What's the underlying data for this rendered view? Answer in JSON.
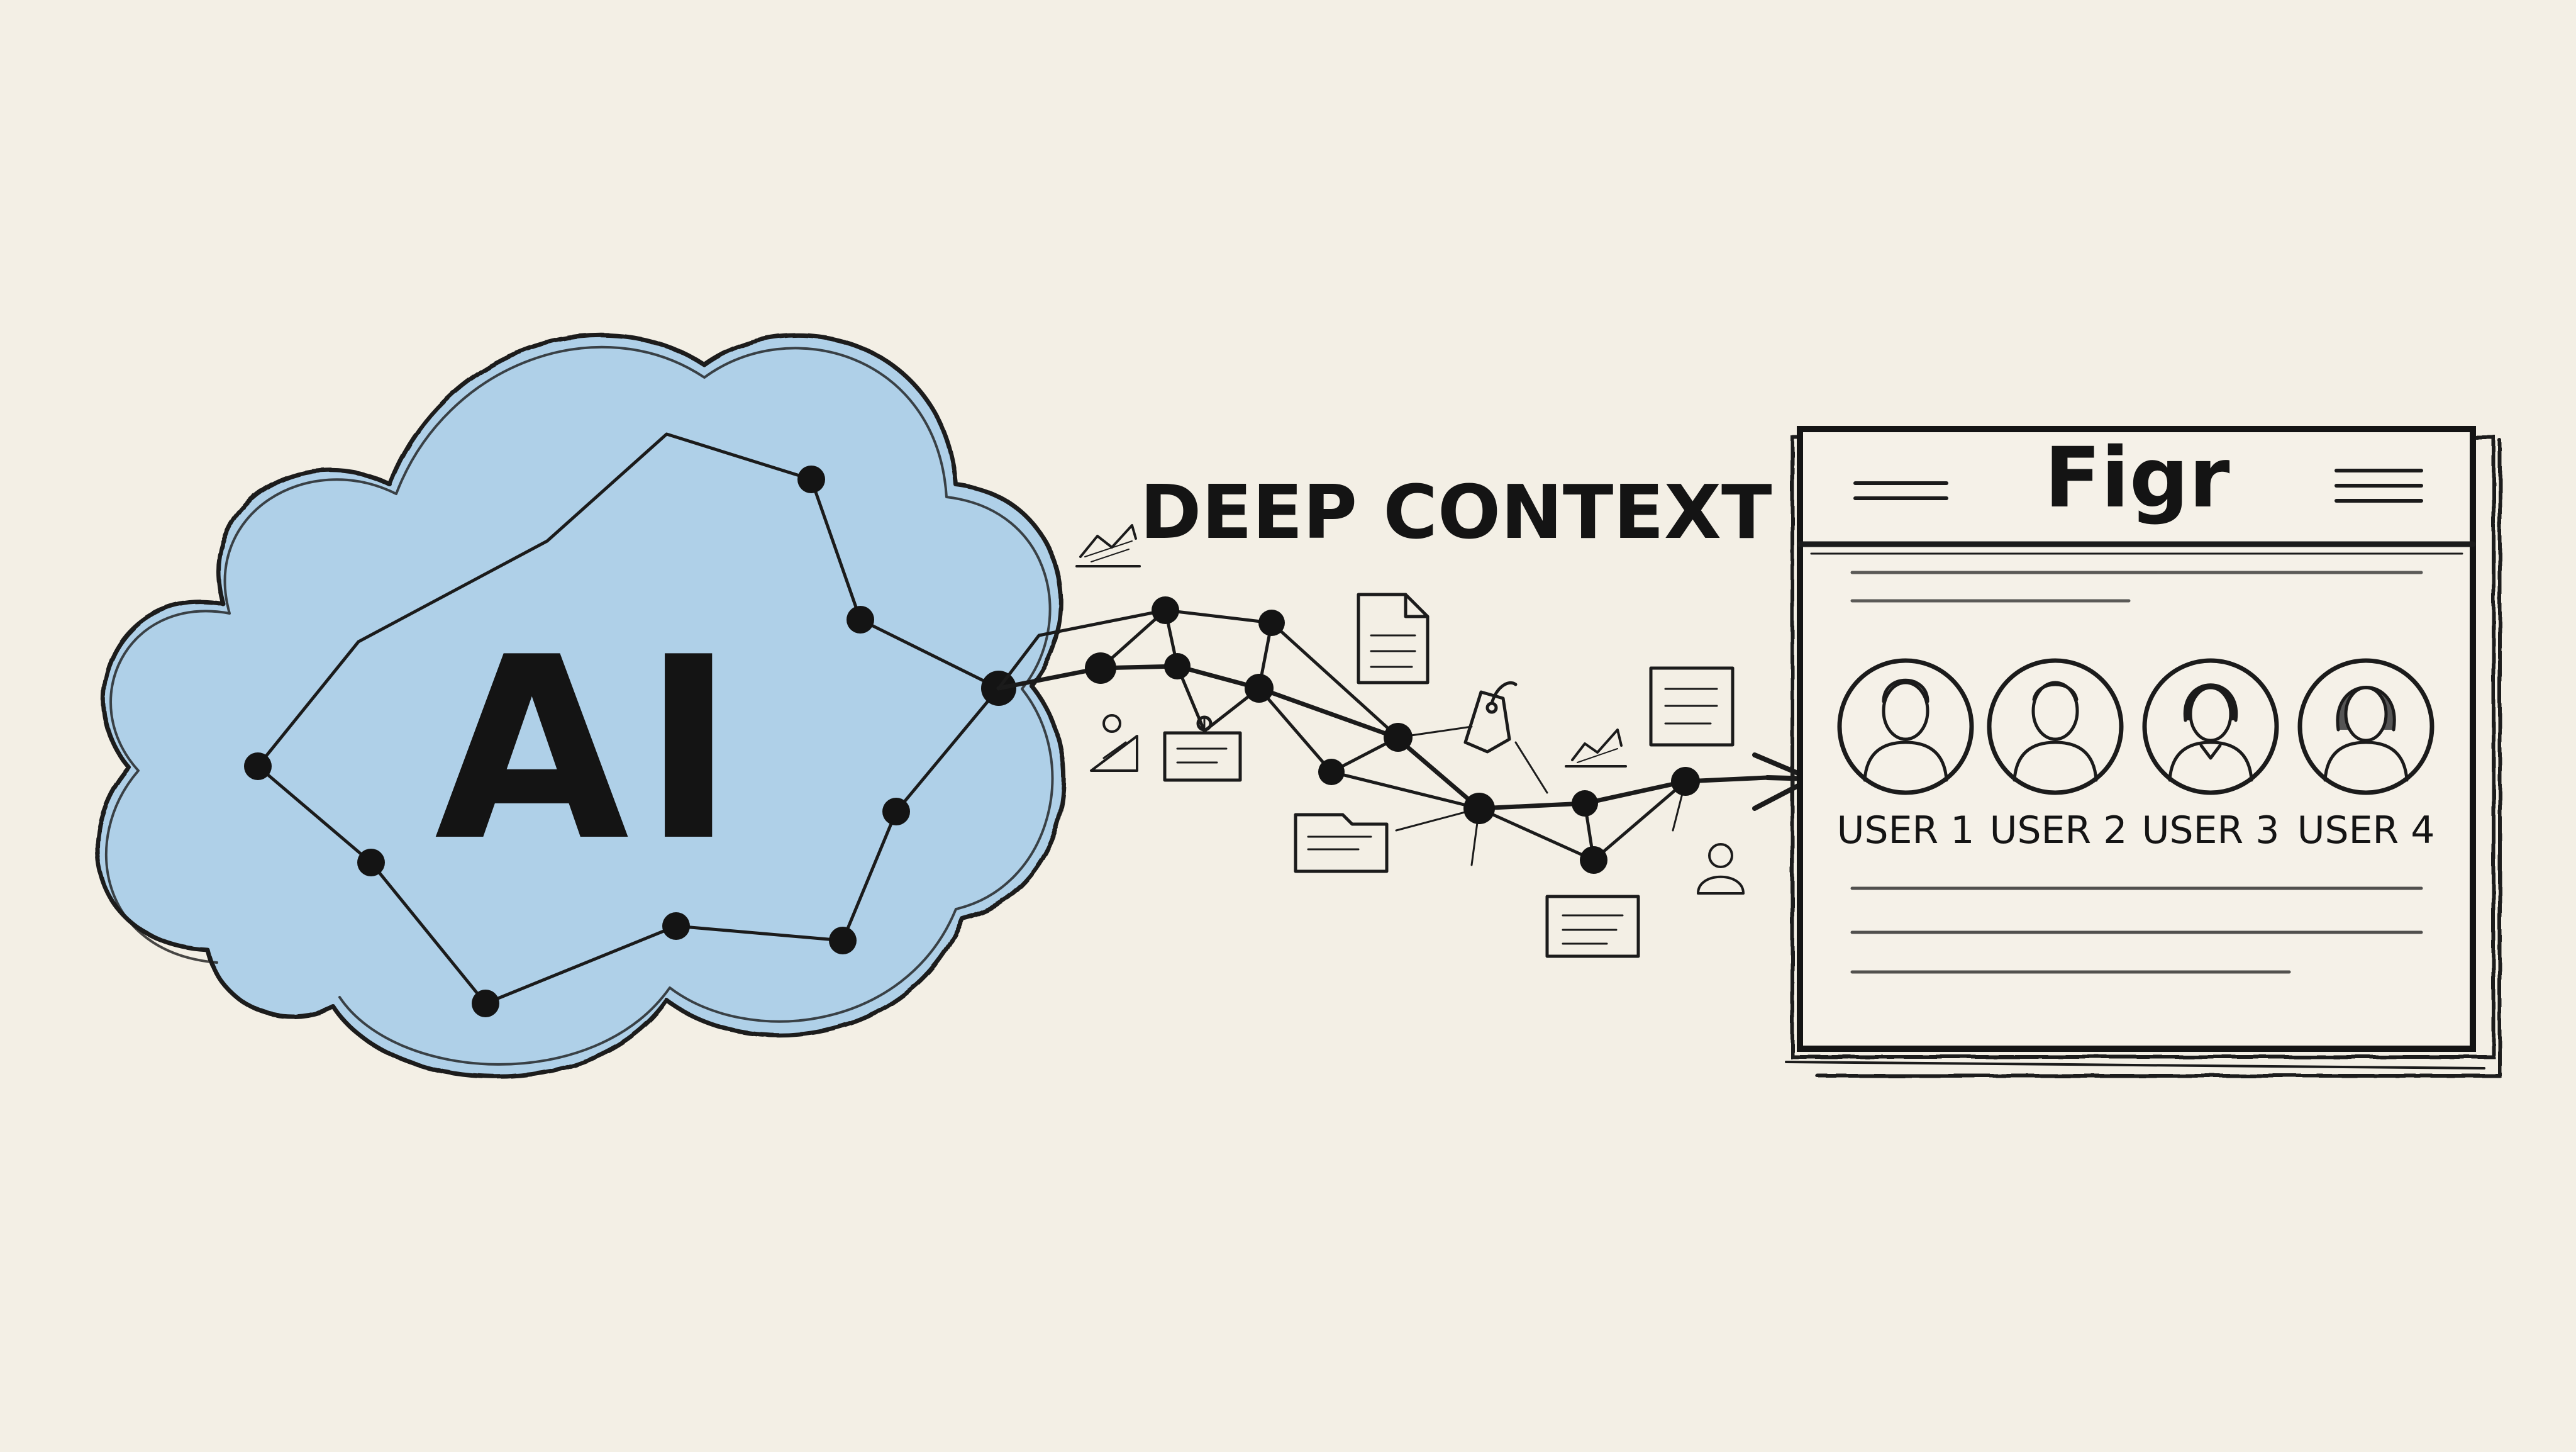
{
  "ai_label": "AI",
  "flow_label": "DEEP CONTEXT",
  "app": {
    "title": "Figr",
    "users": [
      {
        "label": "USER 1"
      },
      {
        "label": "USER 2"
      },
      {
        "label": "USER 3"
      },
      {
        "label": "USER 4"
      }
    ]
  },
  "colors": {
    "background": "#f3efe5",
    "cloud_fill": "#a9cde8",
    "ink": "#1b1b1b"
  },
  "icons": [
    "chart-icon",
    "document-icon",
    "tag-icon",
    "card-icon",
    "folder-icon",
    "user-icon"
  ]
}
